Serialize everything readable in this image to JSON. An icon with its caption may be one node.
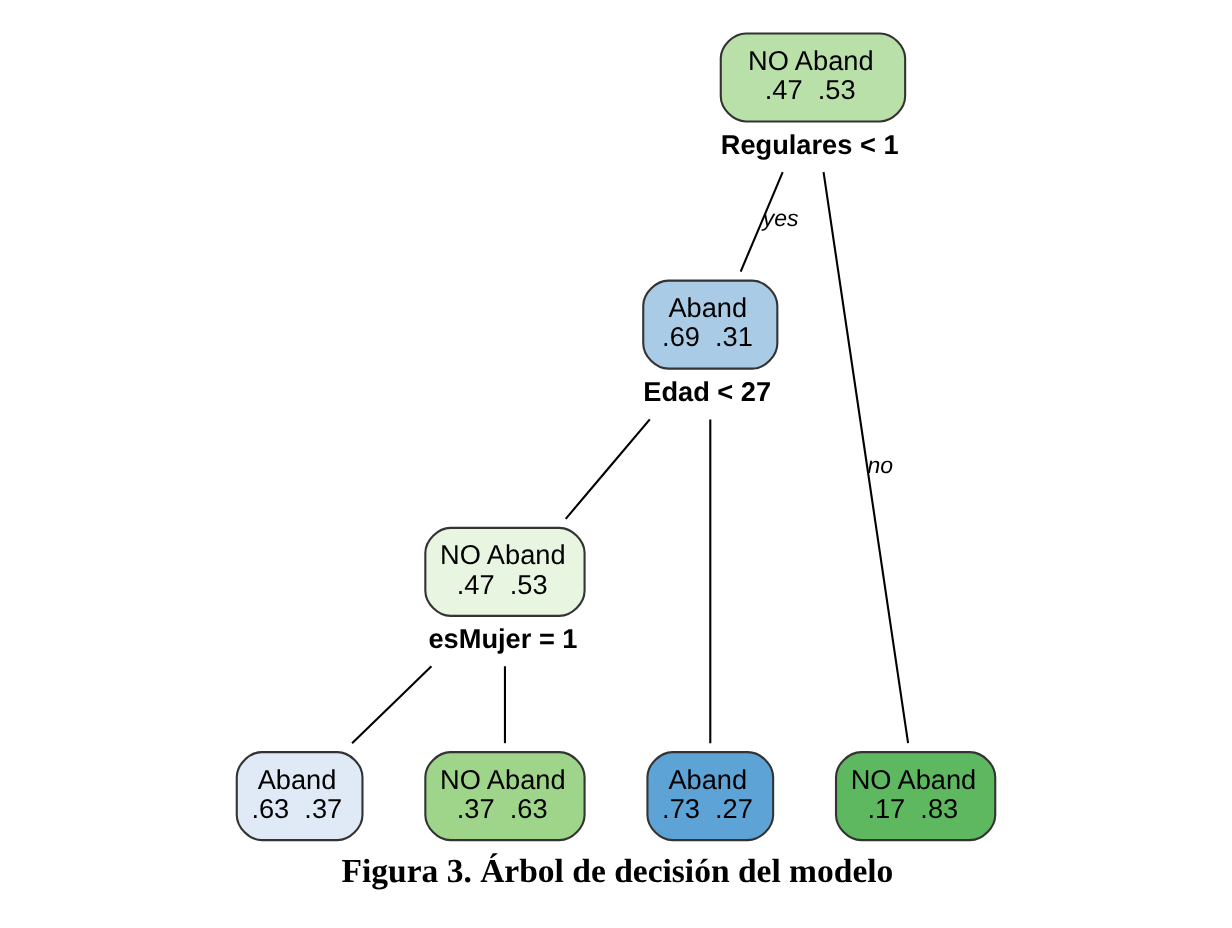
{
  "diagram": {
    "caption": "Figura 3. Árbol de decisión del modelo",
    "nodes": [
      {
        "text": [
          "NO Aband",
          ".47  .53"
        ],
        "beside": [
          "Regulares < 1"
        ]
      },
      {
        "text": [
          "Aband",
          ".69  .31"
        ],
        "beside": [
          "Edad < 27"
        ]
      },
      {
        "text": [
          "NO Aband",
          ".47  .53"
        ],
        "beside": [
          "esMujer = 1"
        ]
      },
      {
        "text": [
          "Aband",
          ".73  .27"
        ]
      },
      {
        "text": [
          "Aband",
          ".63  .37"
        ]
      },
      {
        "text": [
          "NO Aband",
          ".37  .63"
        ]
      },
      {
        "text": [
          "NO Aband",
          ".17  .83"
        ]
      }
    ],
    "edges": [
      {
        "from": 0,
        "to": 1,
        "arrow": "none",
        "label": "yes"
      },
      {
        "from": 0,
        "to": 6,
        "arrow": "none",
        "label": "no"
      },
      {
        "from": 1,
        "to": 3,
        "arrow": "none"
      },
      {
        "from": 1,
        "to": 2,
        "arrow": "none"
      },
      {
        "from": 2,
        "to": 4,
        "arrow": "none"
      },
      {
        "from": 2,
        "to": 5,
        "arrow": "none"
      }
    ]
  }
}
